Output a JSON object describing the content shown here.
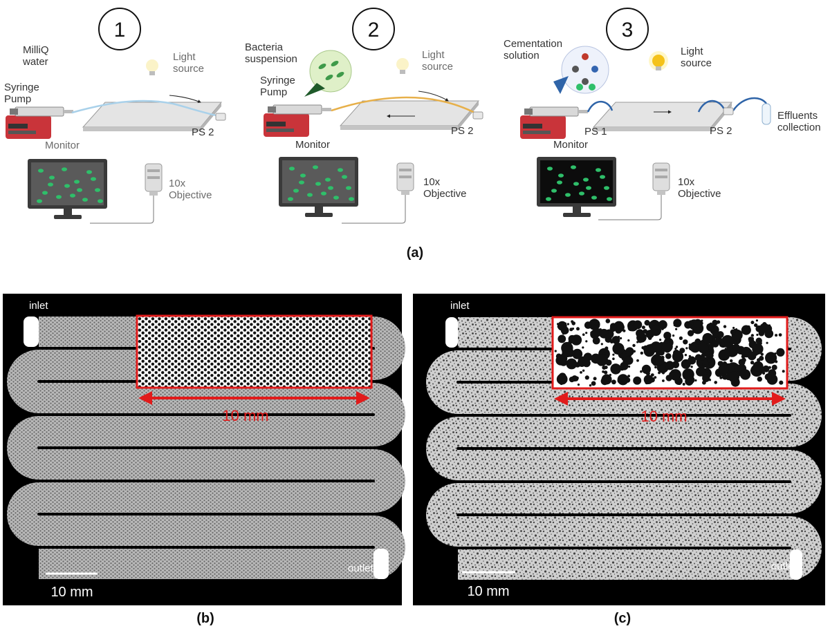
{
  "panel_a": {
    "caption": "(a)",
    "steps": [
      {
        "number": "1",
        "reagent_label": "MilliQ\nwater",
        "pump_label": "Syringe\nPump",
        "light_label": "Light\nsource",
        "port_label": "PS 2",
        "monitor_label": "Monitor",
        "objective_label": "10x\nObjective"
      },
      {
        "number": "2",
        "reagent_label": "Bacteria\nsuspension",
        "pump_label": "Syringe\nPump",
        "light_label": "Light\nsource",
        "port_label": "PS 2",
        "monitor_label": "Monitor",
        "objective_label": "10x\nObjective"
      },
      {
        "number": "3",
        "reagent_label": "Cementation\nsolution",
        "light_label": "Light\nsource",
        "port1_label": "PS 1",
        "port_label": "PS 2",
        "collection_label": "Effluents\ncollection",
        "monitor_label": "Monitor",
        "objective_label": "10x\nObjective"
      }
    ],
    "colors": {
      "pump_red": "#c9343a",
      "tube_step1": "#a9d1ea",
      "tube_step2": "#e7b04a",
      "tube_step3": "#2f64a8",
      "cell_green": "#2fbf6a",
      "bulb_off": "#fbf3c8",
      "bulb_on": "#f4c21a"
    }
  },
  "panel_b": {
    "caption": "(b)",
    "inlet_label": "inlet",
    "outlet_label": "outlet",
    "inset_dimension": "10 mm",
    "scale_bar_label": "10 mm",
    "pattern": "regular hexagonal pillar array"
  },
  "panel_c": {
    "caption": "(c)",
    "inlet_label": "inlet",
    "outlet_label": "outlet",
    "inset_dimension": "10 mm",
    "scale_bar_label": "10 mm",
    "pattern": "random polydisperse pillar array"
  },
  "colors": {
    "highlight_red": "#e11b1b",
    "channel_grey": "#9a9a9a",
    "background_black": "#000000"
  }
}
